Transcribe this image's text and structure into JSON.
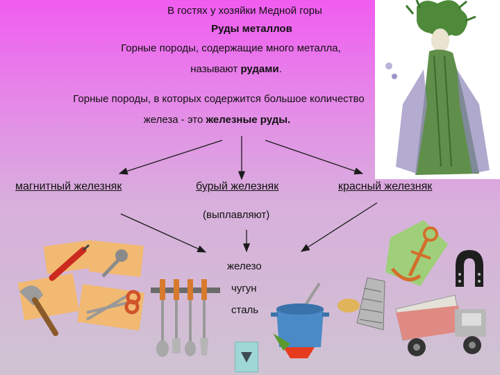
{
  "header": {
    "title": "В гостях у хозяйки Медной горы",
    "subtitle": "Руды металлов"
  },
  "definition1": {
    "line1": "Горные породы, содержащие много металла,",
    "line2_prefix": "называют ",
    "line2_bold": "рудами",
    "line2_suffix": "."
  },
  "definition2": {
    "line1": "Горные породы, в которых содержится  большое количество",
    "line2_prefix": "железа - это ",
    "line2_bold": "железные руды."
  },
  "ores": [
    "магнитный железняк",
    "бурый железняк",
    "красный железняк"
  ],
  "process_label": "(выплавляют)",
  "products": [
    "железо",
    "чугун",
    "сталь"
  ],
  "colors": {
    "arrow": "#1a1a1a",
    "nav_button": "#9fd6d6"
  },
  "icons": [
    "tools-icon",
    "kitchen-utensils-icon",
    "cooking-pot-icon",
    "anchor-icon",
    "horseshoe-icon",
    "dump-truck-icon",
    "fairy-illustration",
    "down-arrow-icon"
  ]
}
